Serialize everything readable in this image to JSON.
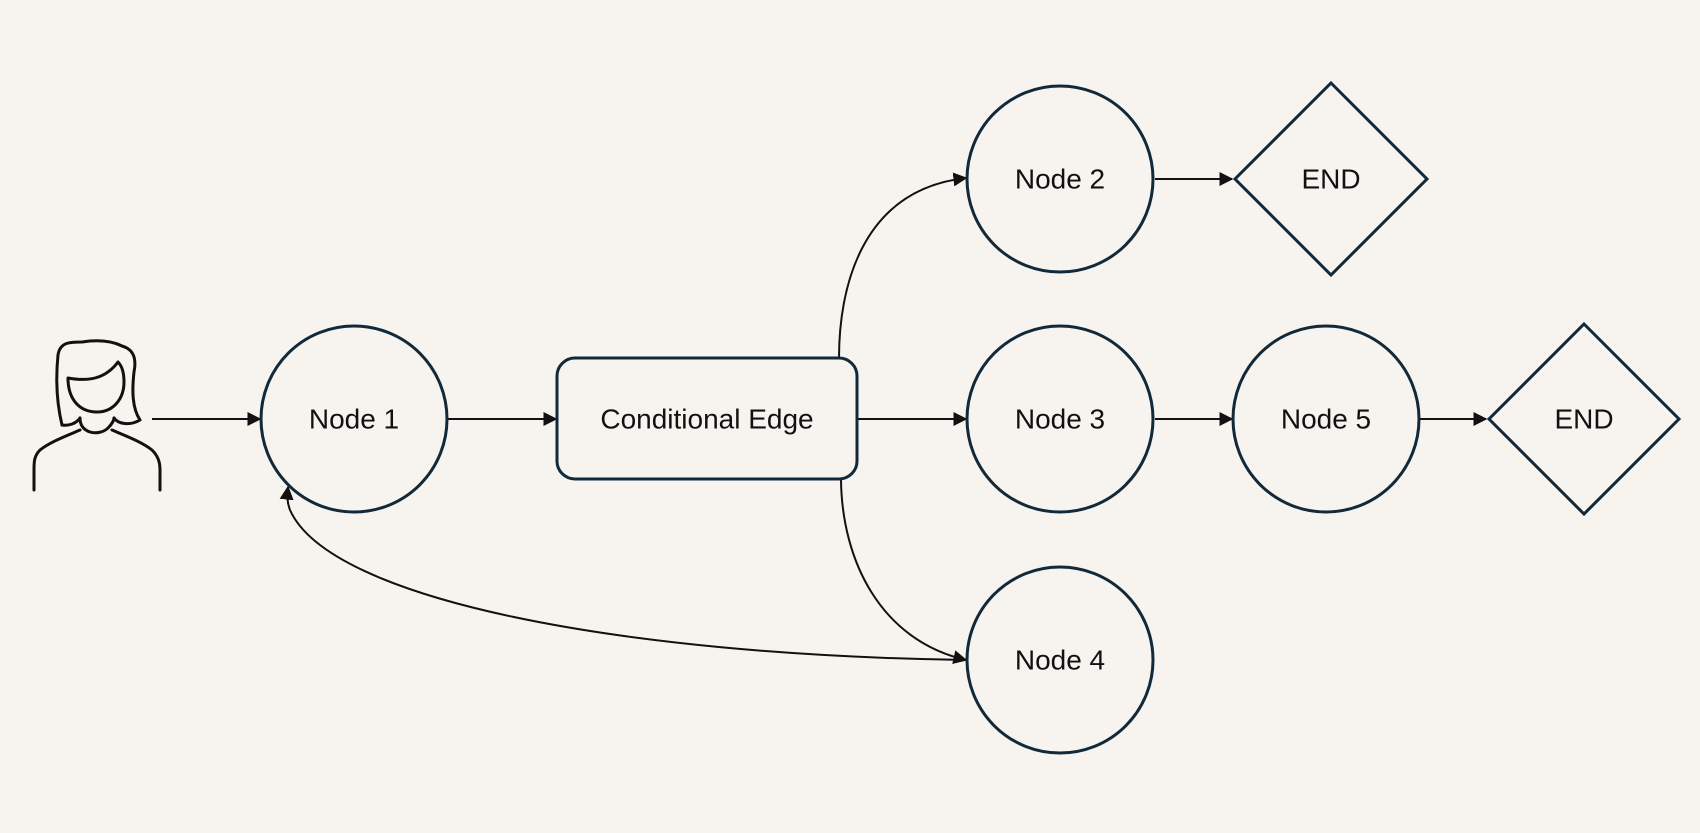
{
  "diagram": {
    "colors": {
      "background": "#f7f3ee",
      "node_stroke": "#12293a",
      "edge": "#111111"
    },
    "nodes": {
      "user": {
        "icon": "person-icon"
      },
      "node1": {
        "label": "Node 1"
      },
      "conditional": {
        "label": "Conditional Edge"
      },
      "node2": {
        "label": "Node 2"
      },
      "node3": {
        "label": "Node 3"
      },
      "node4": {
        "label": "Node 4"
      },
      "node5": {
        "label": "Node 5"
      },
      "end_top": {
        "label": "END"
      },
      "end_mid": {
        "label": "END"
      }
    },
    "edges": [
      {
        "from": "user",
        "to": "node1"
      },
      {
        "from": "node1",
        "to": "conditional"
      },
      {
        "from": "conditional",
        "to": "node2"
      },
      {
        "from": "conditional",
        "to": "node3"
      },
      {
        "from": "conditional",
        "to": "node4"
      },
      {
        "from": "node4",
        "to": "node1"
      },
      {
        "from": "node2",
        "to": "end_top"
      },
      {
        "from": "node3",
        "to": "node5"
      },
      {
        "from": "node5",
        "to": "end_mid"
      }
    ]
  }
}
